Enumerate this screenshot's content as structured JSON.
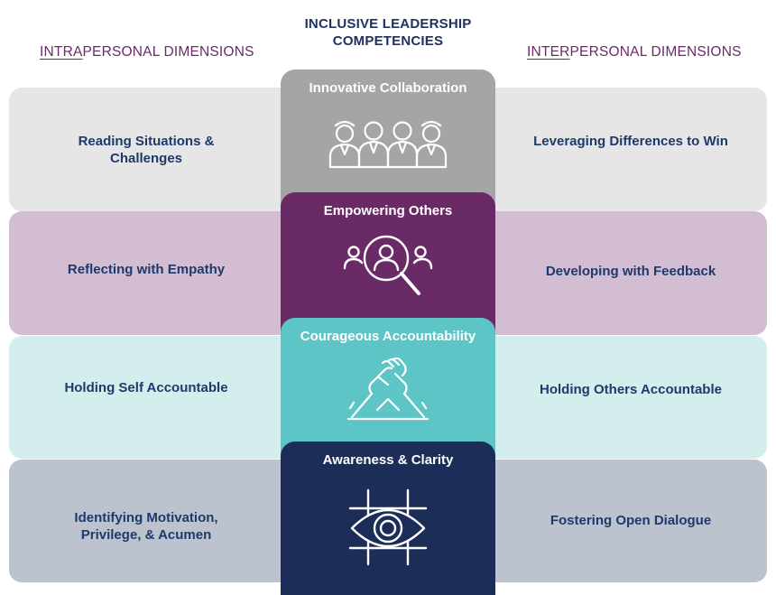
{
  "header": {
    "center_line1": "INCLUSIVE LEADERSHIP",
    "center_line2": "COMPETENCIES",
    "left_prefix": "INTRA",
    "left_rest": "PERSONAL DIMENSIONS",
    "right_prefix": "INTER",
    "right_rest": "PERSONAL DIMENSIONS"
  },
  "rows": [
    {
      "competency": "Innovative Collaboration",
      "icon": "team-people-icon",
      "left_line1": "Reading Situations &",
      "left_line2": "Challenges",
      "right": "Leveraging Differences to Win"
    },
    {
      "competency": "Empowering Others",
      "icon": "magnifier-people-icon",
      "left_line1": "Reflecting with Empathy",
      "left_line2": "",
      "right": "Developing with Feedback"
    },
    {
      "competency": "Courageous Accountability",
      "icon": "handshake-grip-icon",
      "left_line1": "Holding Self Accountable",
      "left_line2": "",
      "right": "Holding Others Accountable"
    },
    {
      "competency": "Awareness & Clarity",
      "icon": "eye-grid-icon",
      "left_line1": "Identifying Motivation,",
      "left_line2": "Privilege, & Acumen",
      "right": "Fostering Open Dialogue"
    }
  ],
  "colors": {
    "band_1": "#e6e6e6",
    "band_2": "#d2bdd3",
    "band_3": "#d4eeee",
    "band_4": "#bcc3ce",
    "column_1": "#a3a5a6",
    "column_2": "#6a2a66",
    "column_3": "#5ec5c6",
    "column_4": "#1c2e58",
    "side_text": "#1d3a6b",
    "dimension_header": "#6a2a66"
  }
}
